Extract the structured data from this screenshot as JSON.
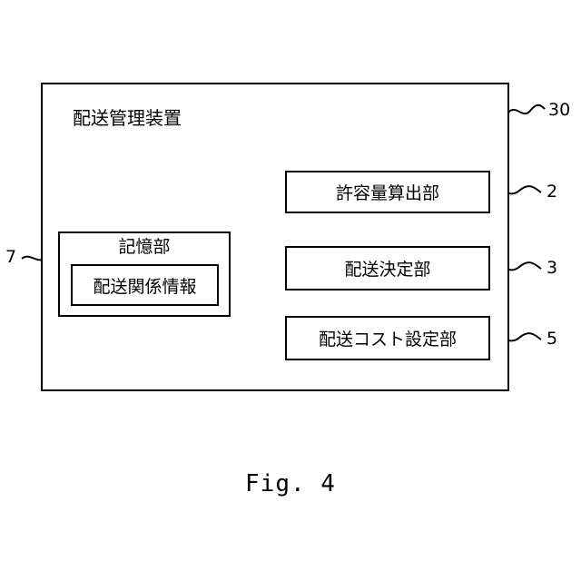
{
  "apparatus": {
    "title": "配送管理装置",
    "ref": "30"
  },
  "storage": {
    "title": "記憶部",
    "ref": "7",
    "inner": "配送関係情報"
  },
  "units": [
    {
      "label": "許容量算出部",
      "ref": "2"
    },
    {
      "label": "配送決定部",
      "ref": "3"
    },
    {
      "label": "配送コスト設定部",
      "ref": "5"
    }
  ],
  "caption": "Fig. 4"
}
